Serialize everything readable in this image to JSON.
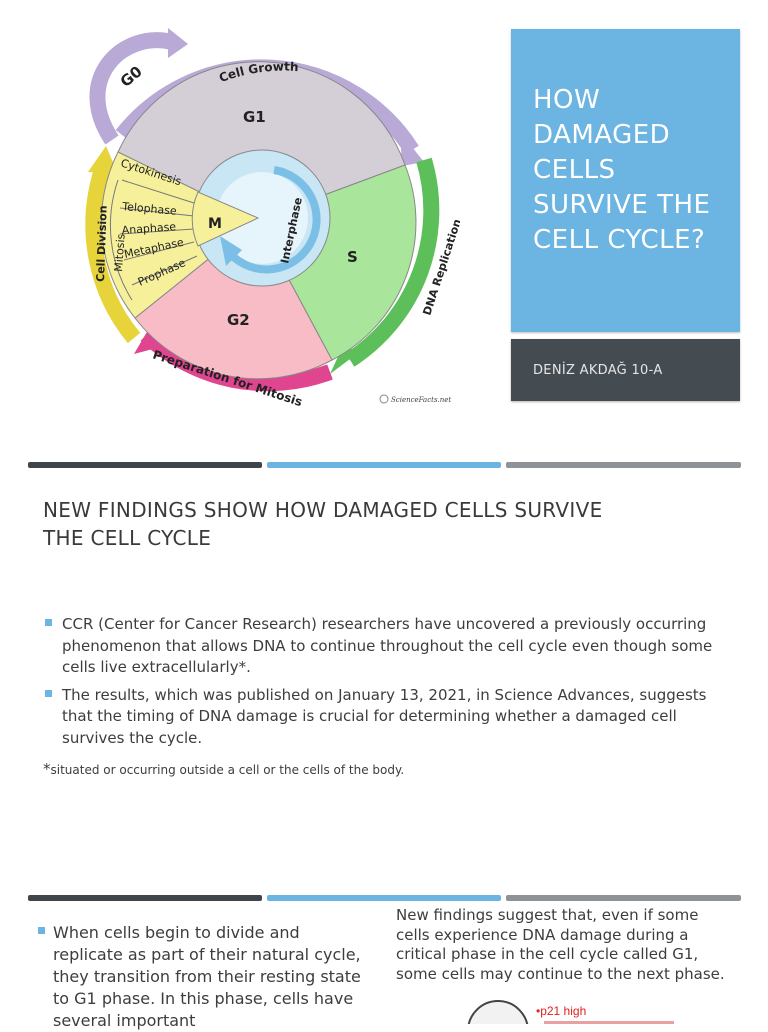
{
  "slide1": {
    "diagram": {
      "phases": {
        "g0": "G0",
        "g1": "G1",
        "s": "S",
        "g2": "G2",
        "m": "M"
      },
      "arcs": {
        "cell_growth": "Cell Growth",
        "dna_replication": "DNA Replication",
        "preparation": "Preparation for Mitosis",
        "cell_division": "Cell Division",
        "interphase": "Interphase",
        "mitosis": "Mitosis"
      },
      "mitosis_stages": [
        "Cytokinesis",
        "Telophase",
        "Anaphase",
        "Metaphase",
        "Prophase"
      ],
      "credit": "ScienceFacts.net",
      "colors": {
        "g1": "#d4cfd6",
        "s": "#a9e59b",
        "g2": "#f7bcc5",
        "m": "#f6f09a",
        "interphase_ring": "#c9e6f5",
        "cell_growth_arc": "#b9a9d6",
        "dna_arc": "#5cbf5a",
        "prep_arc": "#e0458f",
        "division_arc": "#e7d43a"
      }
    },
    "title": "HOW DAMAGED CELLS SURVIVE THE CELL CYCLE?",
    "author": "DENİZ AKDAĞ 10-A",
    "accent_color": "#6cb4e2",
    "dark_color": "#444c52"
  },
  "slide2": {
    "heading": "NEW FINDINGS SHOW HOW DAMAGED CELLS SURVIVE THE CELL CYCLE",
    "bullets": [
      "CCR (Center for Cancer Research)  researchers have uncovered a previously occurring phenomenon that allows DNA to continue throughout the cell cycle even though some cells live extracellularly*.",
      "The results, which was published on January 13, 2021, in Science Advances, suggests that the timing of DNA damage is crucial for determining whether a damaged cell survives the cycle."
    ],
    "footnote_star": "*",
    "footnote": "situated or occurring outside a cell or the cells of the body."
  },
  "slide3": {
    "bullets": [
      "When cells begin to divide and replicate as part of their natural cycle, they transition from their resting state to G1 phase. In this phase, cells have several important"
    ],
    "paragraph": "New findings suggest that, even if some cells experience DNA damage during a critical phase in the cell cycle called G1, some cells may continue to the next phase.",
    "figure_labels": [
      "•p21 high"
    ]
  }
}
